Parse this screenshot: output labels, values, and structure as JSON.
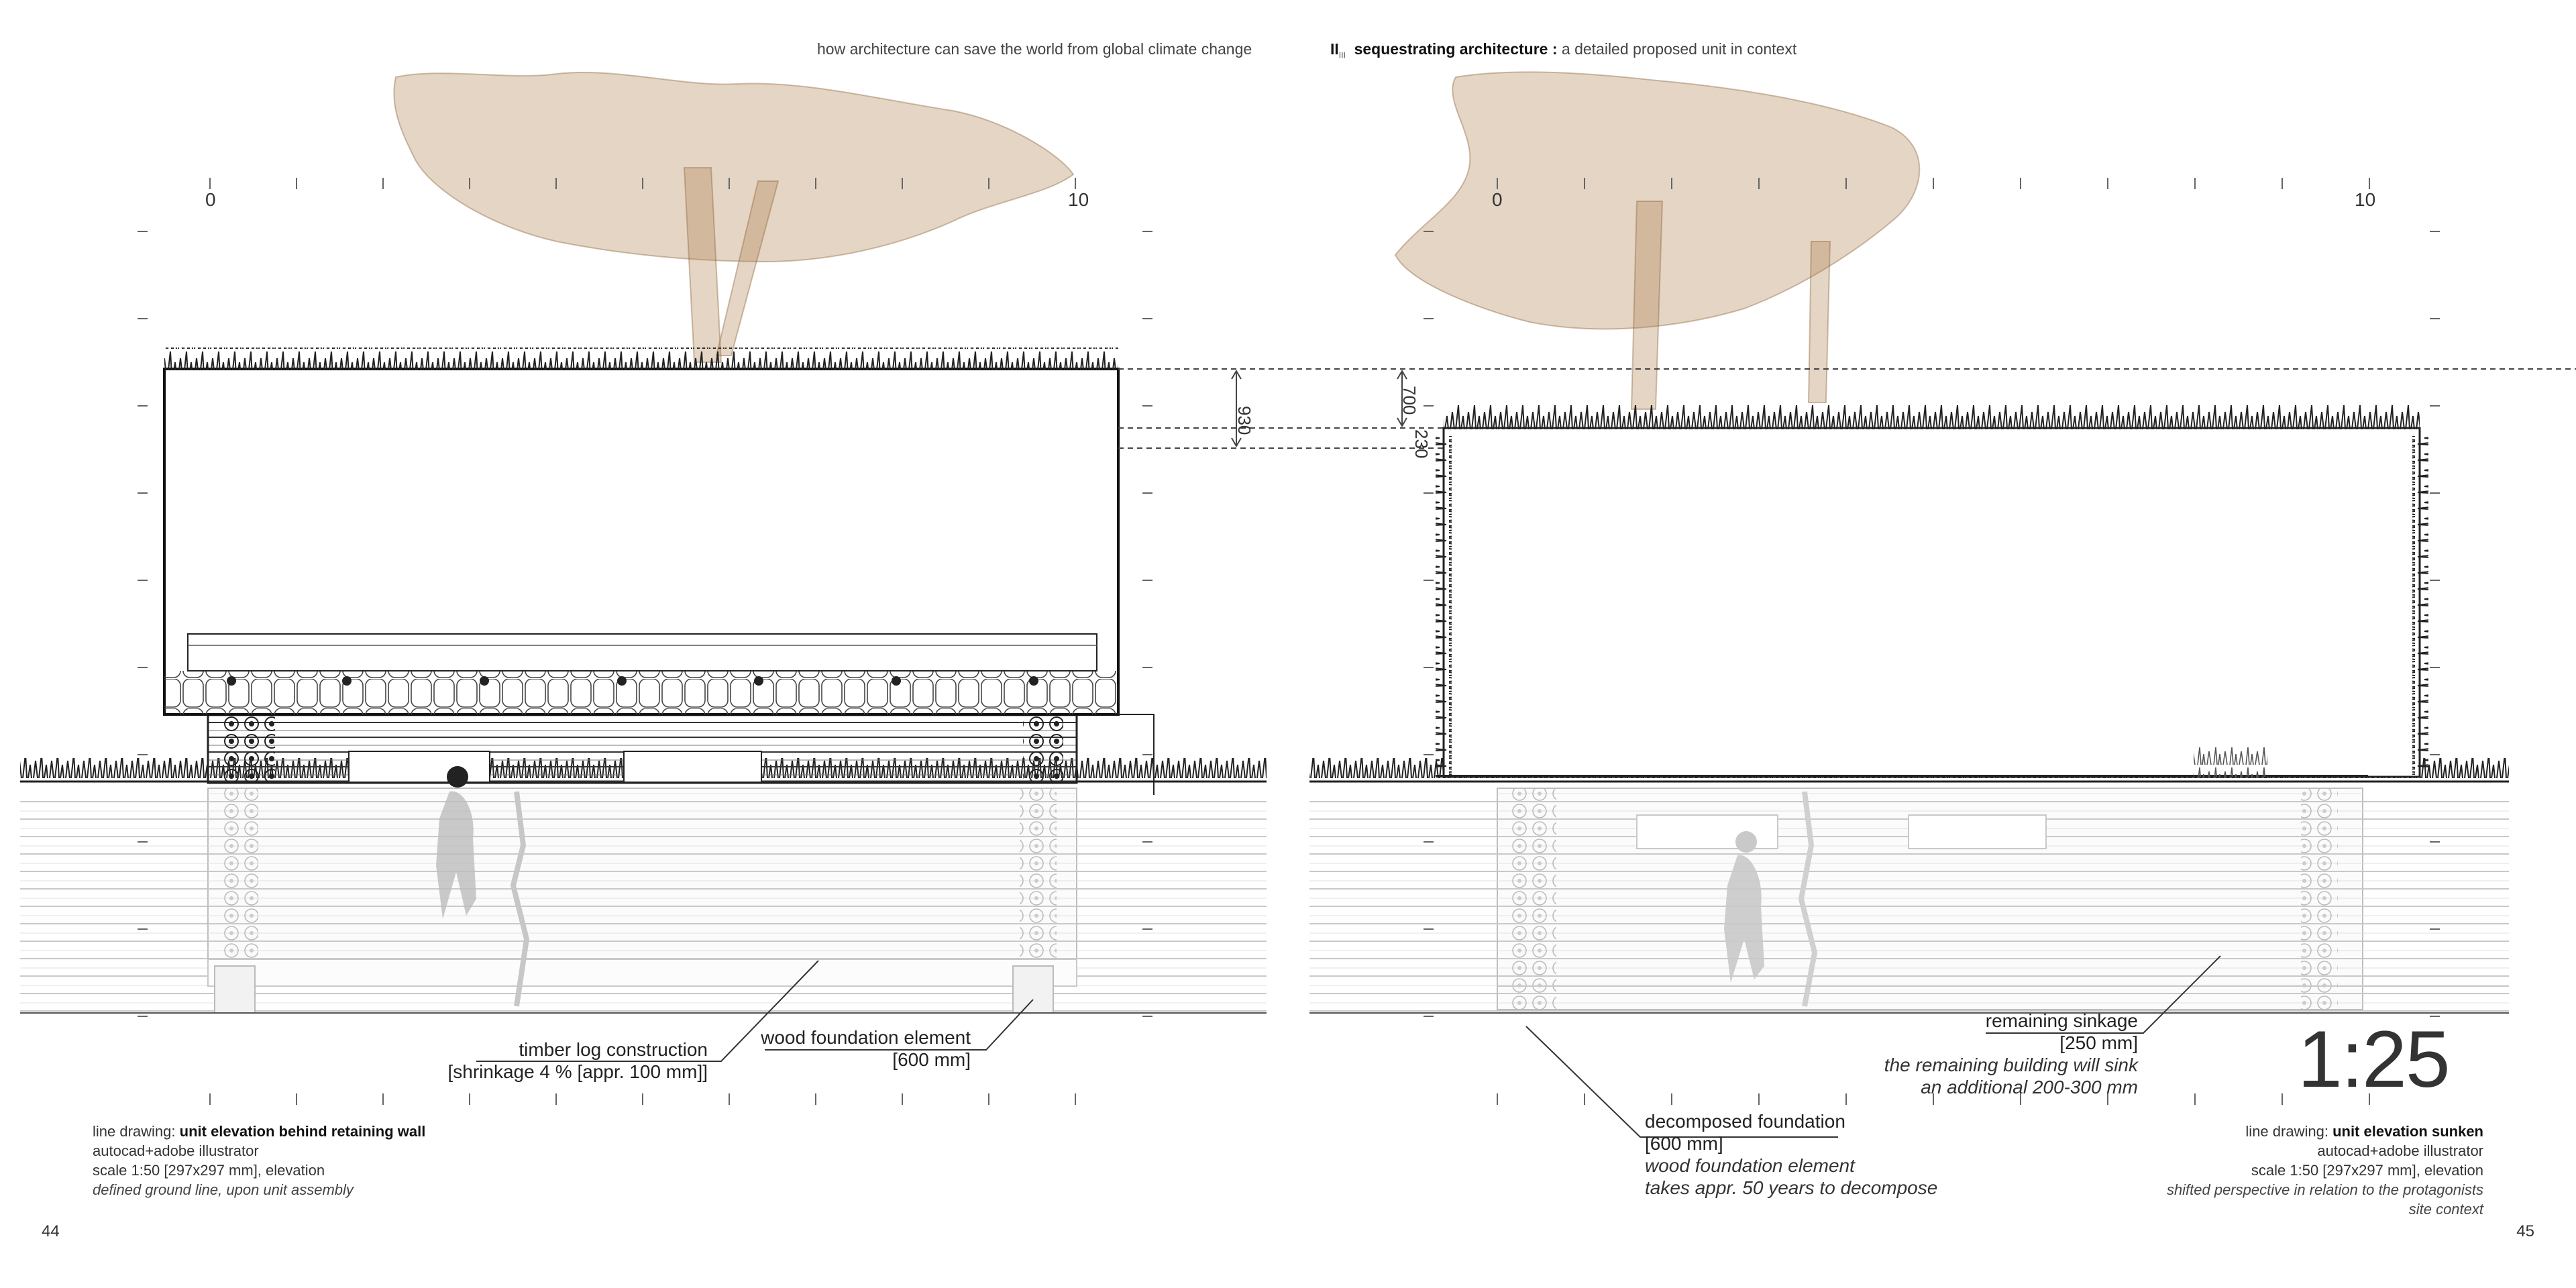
{
  "header": {
    "left": "how architecture can save the world from global climate change",
    "right_prefix": "II",
    "right_sub": "III",
    "right_bold": "sequestrating architecture :",
    "right_rest": " a detailed proposed unit in context"
  },
  "page_numbers": {
    "left": "44",
    "right": "45"
  },
  "scale_bar": {
    "left_start": "0",
    "left_end": "10",
    "right_start": "0",
    "right_end": "10"
  },
  "dimensions": {
    "d930": "930",
    "d700": "700",
    "d230": "230"
  },
  "left_labels": {
    "timber": "timber log construction",
    "timber_detail": "[shrinkage 4 % [appr. 100 mm]]",
    "foundation": "wood foundation element",
    "foundation_detail": "[600 mm]"
  },
  "right_labels": {
    "sinkage": "remaining sinkage",
    "sinkage_detail": "[250 mm]",
    "sinkage_note1": "the remaining building will sink",
    "sinkage_note2": "an additional 200-300 mm",
    "decomposed": "decomposed foundation",
    "decomposed_detail": "[600 mm]",
    "decomposed_note1": "wood foundation element",
    "decomposed_note2": "takes appr. 50 years to decompose",
    "scale_big": "1:25"
  },
  "left_caption": {
    "prefix": "line drawing: ",
    "title": "unit elevation behind retaining wall",
    "line2": "autocad+adobe illustrator",
    "line3": "scale 1:50 [297x297 mm], elevation",
    "line4": "defined ground line, upon unit assembly"
  },
  "right_caption": {
    "prefix": "line drawing: ",
    "title": "unit elevation sunken",
    "line2": "autocad+adobe illustrator",
    "line3": "scale 1:50 [297x297 mm], elevation",
    "line4": "shifted perspective in relation to the protagonists",
    "line5": "site context"
  }
}
